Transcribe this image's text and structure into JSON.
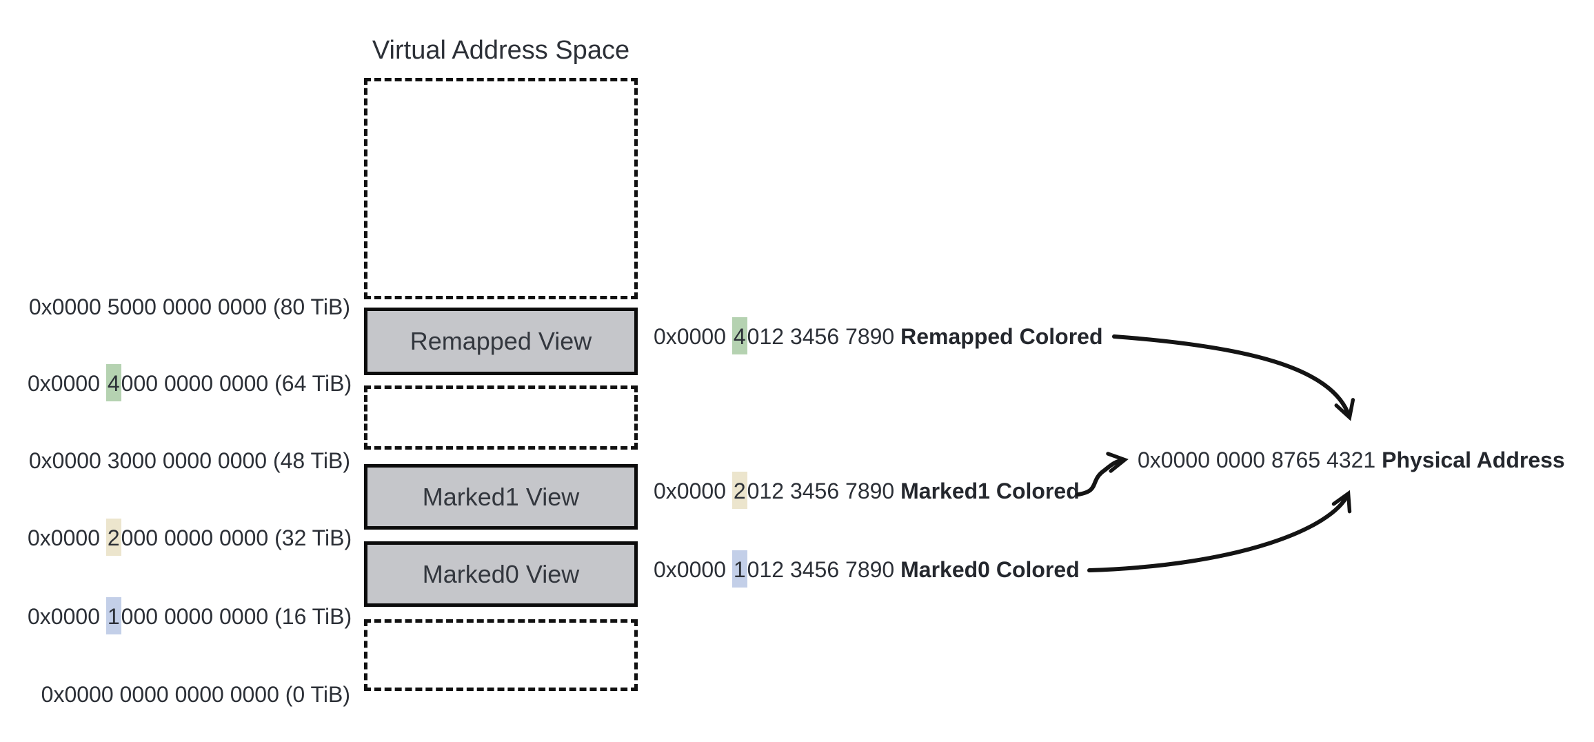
{
  "title": "Virtual Address Space",
  "palette": {
    "highlight_green": "#b5d2b1",
    "highlight_wheat": "#ece5cd",
    "highlight_blue": "#c3cfe8",
    "box_fill": "#c5c6ca",
    "ink": "#111111"
  },
  "address_scale": [
    {
      "pre": "0x0000 5000 0000 0000 (80 TiB)",
      "hl": "",
      "post": ""
    },
    {
      "pre": "0x0000 ",
      "hl": "4",
      "post": "000 0000 0000 (64 TiB)"
    },
    {
      "pre": "0x0000 3000 0000 0000 (48 TiB)",
      "hl": "",
      "post": ""
    },
    {
      "pre": "0x0000 ",
      "hl": "2",
      "post": "000 0000 0000 (32 TiB)"
    },
    {
      "pre": "0x0000 ",
      "hl": "1",
      "post": "000 0000 0000 (16 TiB)"
    },
    {
      "pre": "0x0000 0000 0000 0000 (0 TiB)",
      "hl": "",
      "post": ""
    }
  ],
  "regions": {
    "remapped": "Remapped View",
    "marked1": "Marked1 View",
    "marked0": "Marked0 View"
  },
  "mappings": [
    {
      "pre": "0x0000 ",
      "hl": "4",
      "post": "012 3456 7890 ",
      "label": "Remapped Colored"
    },
    {
      "pre": "0x0000 ",
      "hl": "2",
      "post": "012 3456 7890 ",
      "label": "Marked1 Colored"
    },
    {
      "pre": "0x0000 ",
      "hl": "1",
      "post": "012 3456 7890 ",
      "label": "Marked0 Colored"
    }
  ],
  "physical": {
    "value": "0x0000 0000 8765 4321 ",
    "label": "Physical Address"
  }
}
